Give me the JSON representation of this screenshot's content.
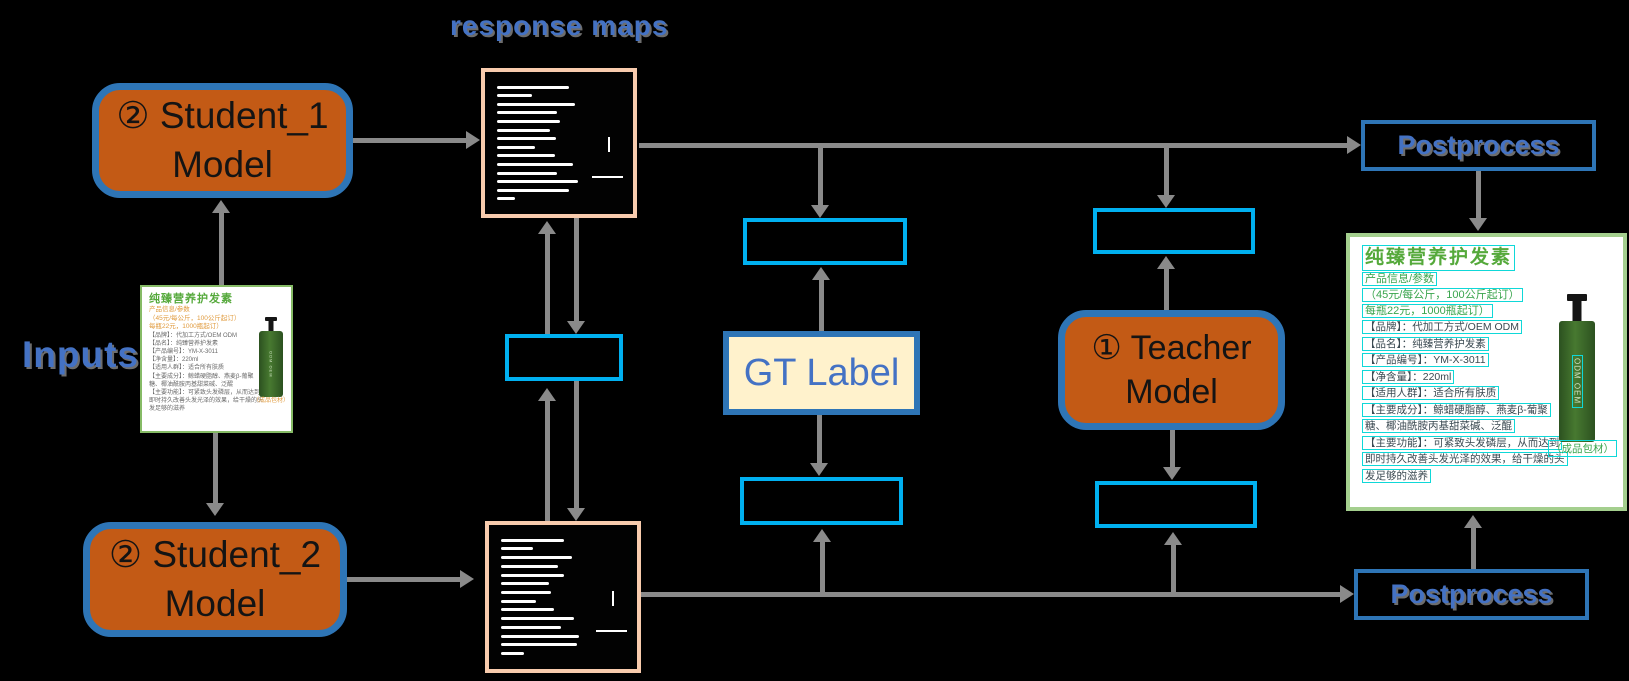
{
  "labels": {
    "response_maps": "response maps",
    "inputs": "Inputs"
  },
  "nodes": {
    "student1": {
      "line1": "② Student_1",
      "line2": "Model"
    },
    "student2": {
      "line1": "② Student_2",
      "line2": "Model"
    },
    "teacher": {
      "line1": "① Teacher",
      "line2": "Model"
    },
    "gt_label": "GT Label",
    "postprocess_top": "Postprocess",
    "postprocess_bottom": "Postprocess"
  },
  "product": {
    "title": "纯臻营养护发素",
    "info_lines": [
      "产品信息/参数",
      "（45元/每公斤，100公斤起订）",
      "每瓶22元，1000瓶起订）"
    ],
    "detail_lines": [
      "【品牌】：代加工方式/OEM ODM",
      "【品名】：纯臻营养护发素",
      "【产品编号】：YM-X-3011",
      "【净含量】：220ml",
      "【适用人群】：适合所有肤质",
      "【主要成分】：鲸蜡硬脂醇、燕麦β-葡聚",
      "糖、椰油酰胺丙基甜菜碱、泛醌",
      "【主要功能】：可紧致头发磷层，从而达到",
      "即时持久改善头发光泽的效果，给干燥的头",
      "发足够的滋养"
    ],
    "package_label": "（成品包材）",
    "bottle_label": "ODM OEM"
  },
  "response_maps": {
    "map1_line_widths": [
      57,
      28,
      62,
      48,
      50,
      42,
      47,
      30,
      46,
      60,
      48,
      64,
      57,
      14
    ],
    "map2_line_widths": [
      50,
      25,
      56,
      45,
      50,
      38,
      40,
      28,
      42,
      58,
      48,
      62,
      60,
      18
    ]
  },
  "colors": {
    "accent_orange": "#c35a15",
    "node_border_blue": "#2e75b6",
    "loss_border_cyan": "#00b0f0",
    "map_border_peach": "#f8cbad",
    "gt_fill_cream": "#fff2cc",
    "blue_text": "#4472c4",
    "arrow_gray": "#8a8a8a",
    "card_border_green": "#86bb66",
    "title_green": "#55a93b",
    "info_orange": "#e09b3e",
    "detect_cyan": "#0fd8d8",
    "bottle_green": "#3d6b2a"
  }
}
